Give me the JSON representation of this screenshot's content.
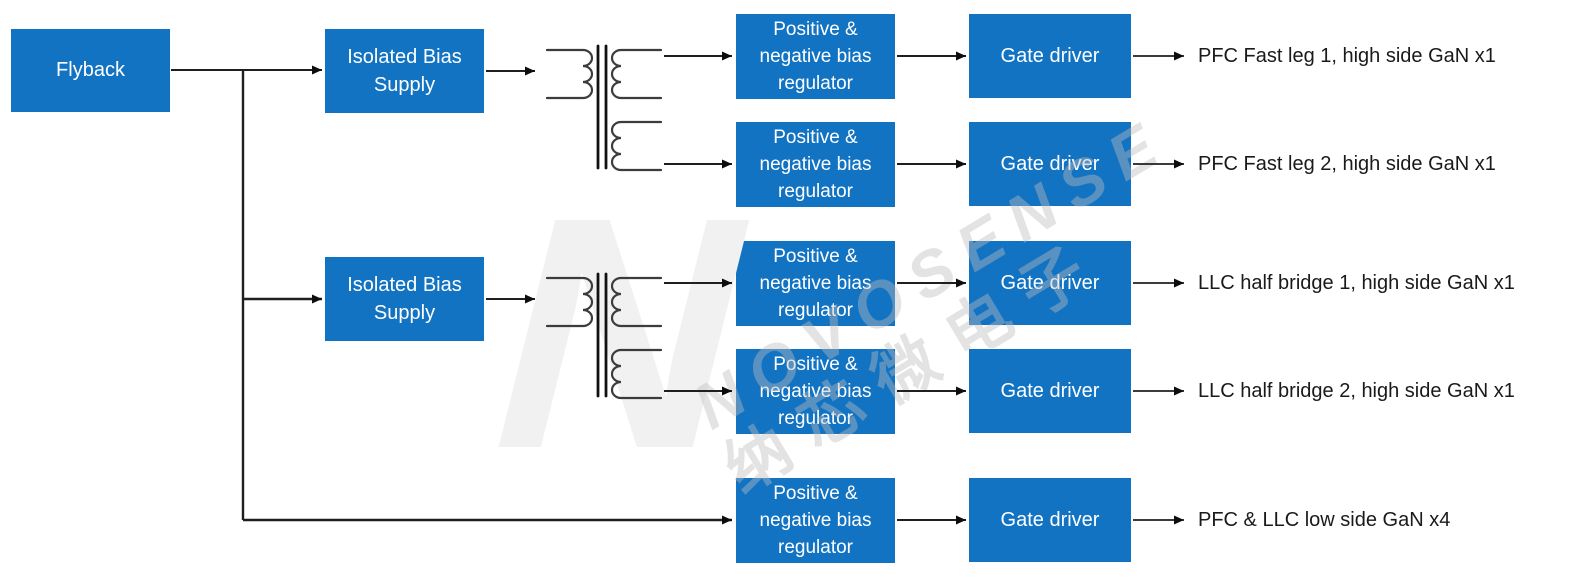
{
  "colors": {
    "node_fill": "#1273C3",
    "node_text": "#FFFFFF",
    "connector": "#1F1F1F",
    "output_text": "#1A1A1A",
    "watermark_gray": "#F1F1F1"
  },
  "diagram": {
    "source": {
      "label": "Flyback"
    },
    "bias_supplies": [
      {
        "label": "Isolated Bias Supply"
      },
      {
        "label": "Isolated Bias Supply"
      }
    ],
    "rows": [
      {
        "regulator_label": "Positive & negative bias regulator",
        "gate_driver_label": "Gate driver",
        "output_label": "PFC Fast leg 1, high side GaN x1"
      },
      {
        "regulator_label": "Positive & negative bias regulator",
        "gate_driver_label": "Gate driver",
        "output_label": "PFC Fast leg 2, high side GaN x1"
      },
      {
        "regulator_label": "Positive & negative bias regulator",
        "gate_driver_label": "Gate driver",
        "output_label": "LLC half bridge 1, high side GaN x1"
      },
      {
        "regulator_label": "Positive & negative bias regulator",
        "gate_driver_label": "Gate driver",
        "output_label": "LLC half bridge 2, high side GaN x1"
      },
      {
        "regulator_label": "Positive & negative bias regulator",
        "gate_driver_label": "Gate driver",
        "output_label": "PFC & LLC low side GaN x4"
      }
    ]
  },
  "icons": {
    "transformer_1": "isolation-transformer-symbol",
    "transformer_2": "isolation-transformer-symbol"
  },
  "watermark": {
    "logo_letter": "N",
    "brand": "NOVOSENSE",
    "brand_cn": "纳芯微电子"
  }
}
